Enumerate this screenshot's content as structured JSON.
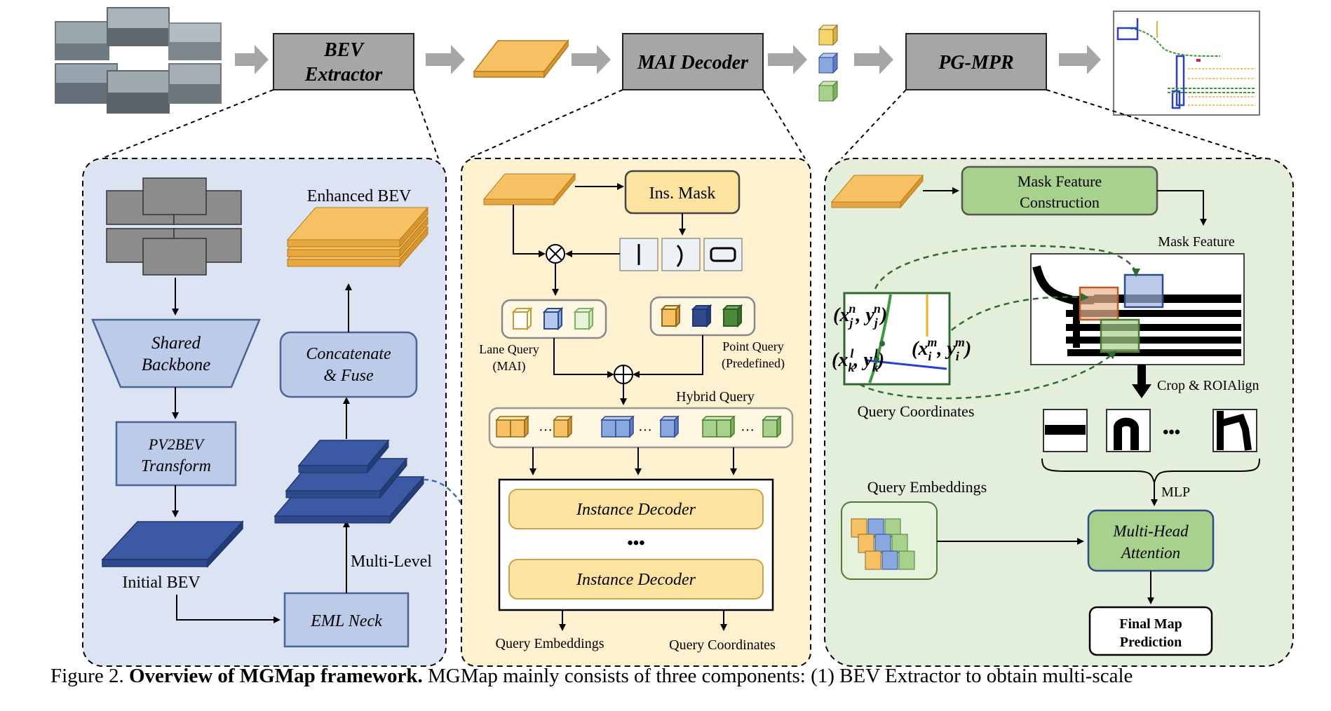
{
  "top_row": {
    "bev_extractor": [
      "BEV",
      "Extractor"
    ],
    "mai_decoder": "MAI Decoder",
    "pg_mpr": "PG-MPR"
  },
  "left_panel": {
    "enhanced_bev": "Enhanced BEV",
    "shared_backbone": [
      "Shared",
      "Backbone"
    ],
    "concat_fuse": [
      "Concatenate",
      "& Fuse"
    ],
    "pv2bev": [
      "PV2BEV",
      "Transform"
    ],
    "initial_bev": "Initial BEV",
    "multi_level": "Multi-Level",
    "eml_neck": "EML Neck"
  },
  "middle_panel": {
    "ins_mask": "Ins. Mask",
    "lane_query": [
      "Lane Query",
      "(MAI)"
    ],
    "point_query": [
      "Point Query",
      "(Predefined)"
    ],
    "hybrid_query": "Hybrid Query",
    "instance_decoder": "Instance Decoder",
    "dots": "•••",
    "query_embeddings": "Query Embeddings",
    "query_coordinates": "Query Coordinates"
  },
  "right_panel": {
    "mask_feature_construction": [
      "Mask Feature",
      "Construction"
    ],
    "mask_feature": "Mask Feature",
    "crop_roialign": "Crop & ROIAlign",
    "query_coordinates": "Query Coordinates",
    "query_embeddings": "Query Embeddings",
    "mlp": "MLP",
    "multi_head_attention": [
      "Multi-Head",
      "Attention"
    ],
    "final_map_prediction": [
      "Final Map",
      "Prediction"
    ],
    "coord_labels": {
      "n": {
        "x": "x",
        "xsub": "j",
        "xsup": "n",
        "y": "y",
        "ysub": "j",
        "ysup": "n"
      },
      "l": {
        "x": "x",
        "xsub": "k",
        "xsup": "l",
        "y": "y",
        "ysub": "k",
        "ysup": "l"
      },
      "m": {
        "x": "x",
        "xsub": "i",
        "xsup": "m",
        "y": "y",
        "ysub": "i",
        "ysup": "m"
      }
    }
  },
  "caption": {
    "prefix": "Figure 2.  ",
    "bold": "Overview of MGMap framework.",
    "rest": "  MGMap mainly consists of three components: (1) BEV Extractor to obtain multi-scale"
  },
  "colors": {
    "gray_box": "#a6a6a6",
    "blue_panel": "#dce3f2",
    "yellow_panel": "#fdf1cf",
    "green_panel": "#e3efda",
    "orange_plate": "#f6c063",
    "blue_plate": "#3b5aa3",
    "blue_box": "#bccbe8",
    "green_box": "#a9d18e",
    "yellow_box": "#fce3a0",
    "arrow_gray": "#a6a6a6"
  }
}
